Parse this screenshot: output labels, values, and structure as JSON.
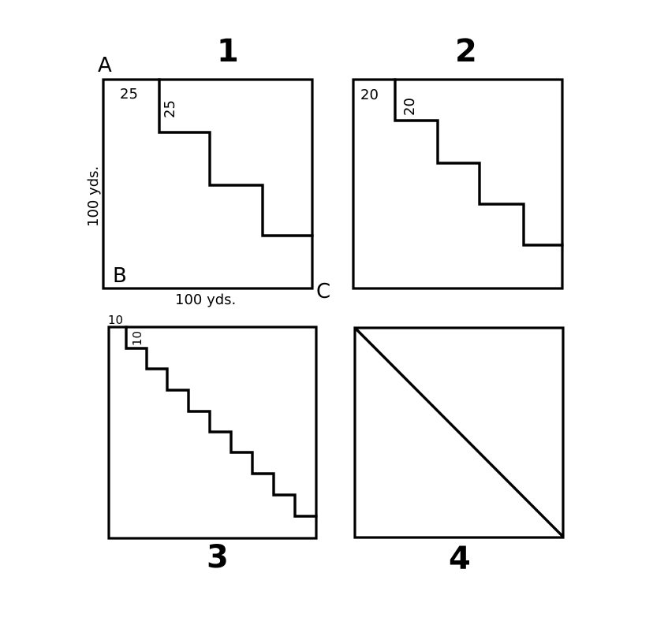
{
  "figures": [
    {
      "number": "1",
      "step_label_top": "25",
      "step_label_side": "25",
      "corner_a": "A",
      "corner_b": "B",
      "corner_c": "C",
      "side_label": "100 yds.",
      "bottom_label": "100 yds."
    },
    {
      "number": "2",
      "step_label_top": "20",
      "step_label_side": "20"
    },
    {
      "number": "3",
      "step_label_top": "10",
      "step_label_side": "10"
    },
    {
      "number": "4"
    }
  ]
}
